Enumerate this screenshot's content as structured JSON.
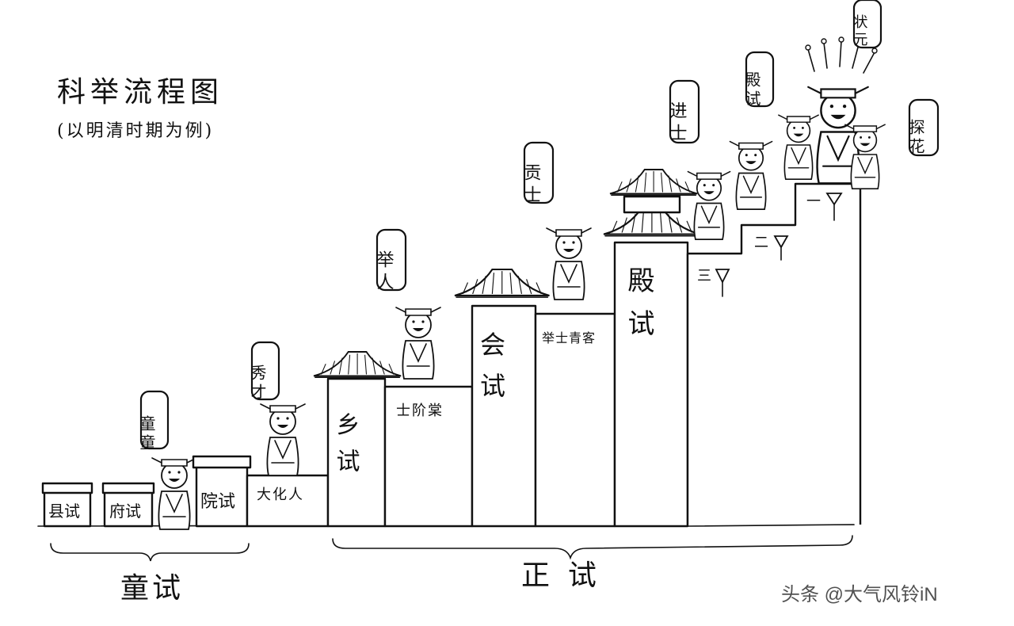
{
  "title": "科举流程图",
  "subtitle": "(以明清时期为例)",
  "groups": {
    "tongshi": "童试",
    "zhengshi": "正  试"
  },
  "exams": {
    "xianshi": "县试",
    "fushi": "府试",
    "yuanshi": "院试",
    "xiangshi": "乡试",
    "huishi": "会试",
    "dianshi": "殿试"
  },
  "labels": {
    "dahuaren": "大化人",
    "shifangliu": "士阶棠",
    "jushiqing": "举士青客"
  },
  "titles": {
    "tongtong": "童童",
    "xiucai": "秀才",
    "juren": "举人",
    "gongshi": "贡士",
    "jinshi": "进士",
    "dianshi_bubble": "殿试",
    "zhuangyuan": "状元",
    "tanhua": "探花"
  },
  "ranks": {
    "first": "一",
    "second": "二",
    "third": "三"
  },
  "watermark": "头条 @大气风铃iN"
}
